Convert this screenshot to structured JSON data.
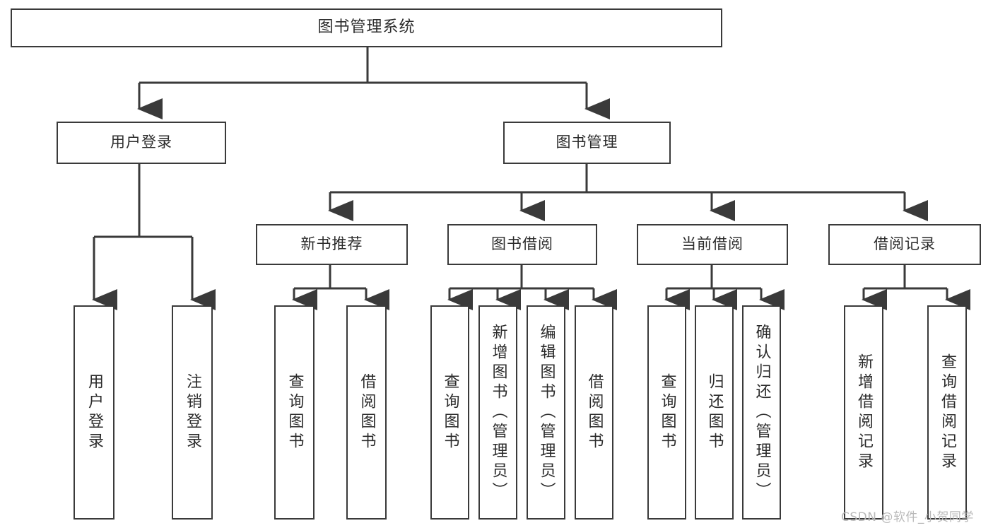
{
  "diagram": {
    "type": "tree-hierarchy",
    "title": "图书管理系统",
    "watermark": "CSDN @软件_小贺同学",
    "colors": {
      "stroke": "#3a3a3a",
      "fill": "#ffffff",
      "text": "#2b2b2b",
      "watermark": "#b9b9b9"
    },
    "nodes": {
      "root": {
        "label": "图书管理系统"
      },
      "level1": [
        {
          "id": "user-login",
          "label": "用户登录"
        },
        {
          "id": "book-manage",
          "label": "图书管理"
        }
      ],
      "level2": [
        {
          "id": "new-book-rec",
          "label": "新书推荐"
        },
        {
          "id": "book-borrow",
          "label": "图书借阅"
        },
        {
          "id": "current-borrow",
          "label": "当前借阅"
        },
        {
          "id": "borrow-record",
          "label": "借阅记录"
        }
      ],
      "leaves": {
        "user_login": [
          {
            "id": "leaf-user-login",
            "label": "用户登录"
          },
          {
            "id": "leaf-logout",
            "label": "注销登录"
          }
        ],
        "new_book_rec": [
          {
            "id": "leaf-query-book-1",
            "label": "查询图书"
          },
          {
            "id": "leaf-borrow-book-1",
            "label": "借阅图书"
          }
        ],
        "book_borrow": [
          {
            "id": "leaf-query-book-2",
            "label": "查询图书"
          },
          {
            "id": "leaf-add-book",
            "label": "新增图书（管理员）"
          },
          {
            "id": "leaf-edit-book",
            "label": "编辑图书（管理员）"
          },
          {
            "id": "leaf-borrow-book-2",
            "label": "借阅图书"
          }
        ],
        "current_borrow": [
          {
            "id": "leaf-query-book-3",
            "label": "查询图书"
          },
          {
            "id": "leaf-return-book",
            "label": "归还图书"
          },
          {
            "id": "leaf-confirm-return",
            "label": "确认归还（管理员）"
          }
        ],
        "borrow_record": [
          {
            "id": "leaf-add-record",
            "label": "新增借阅记录"
          },
          {
            "id": "leaf-query-record",
            "label": "查询借阅记录"
          }
        ]
      }
    }
  }
}
